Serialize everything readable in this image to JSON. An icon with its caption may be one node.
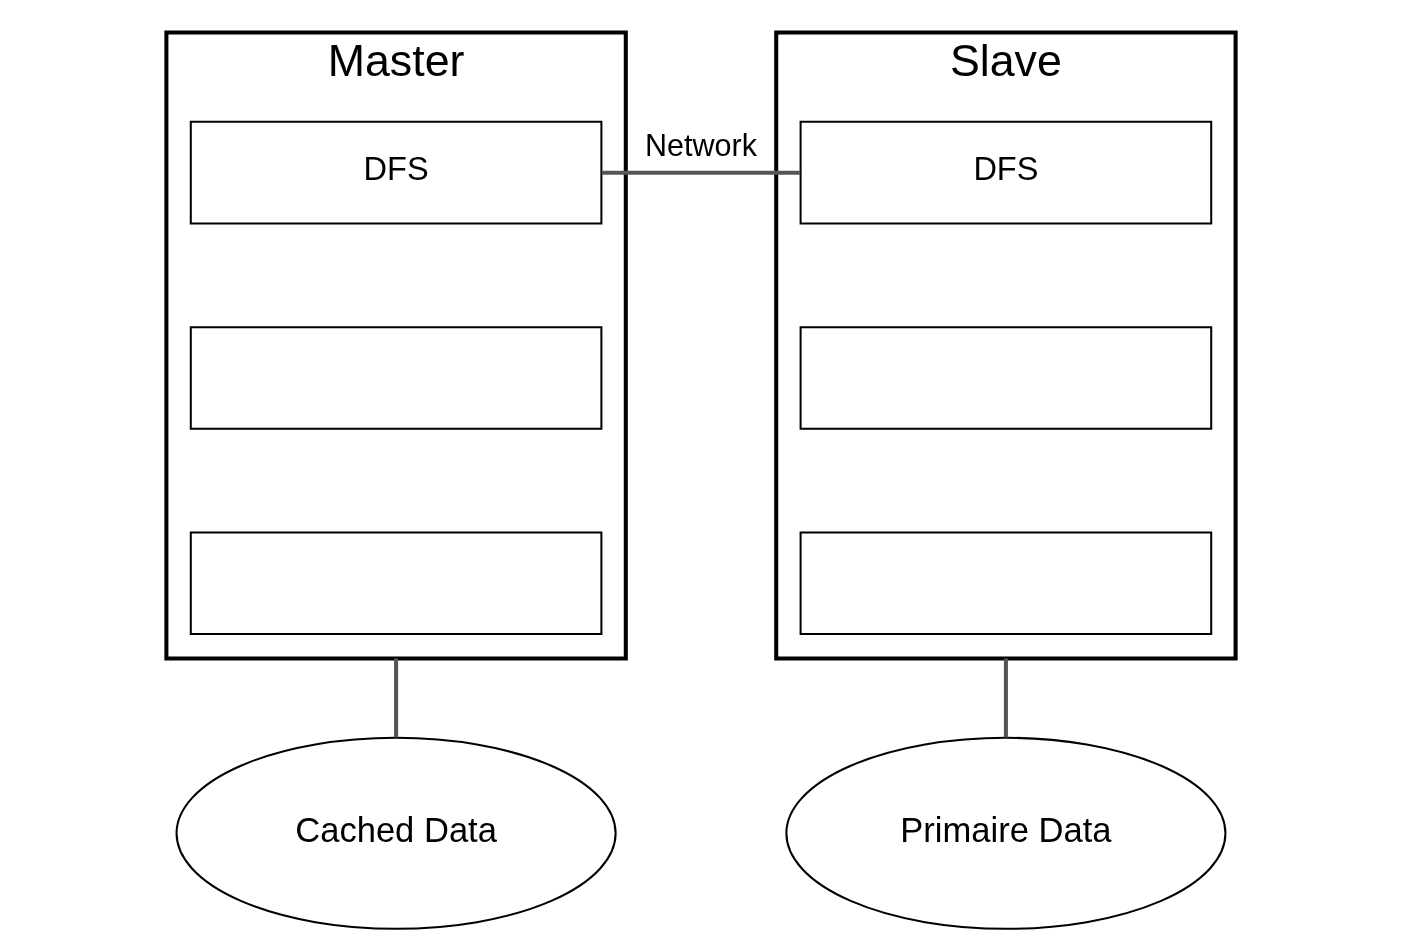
{
  "diagram": {
    "nodes": [
      {
        "text": [
          "Master"
        ]
      },
      {
        "text": [
          "DFS"
        ],
        "in": 0
      },
      {
        "text": [],
        "shape": "box",
        "in": 0
      },
      {
        "text": [],
        "shape": "box",
        "in": 0
      },
      {
        "text": [
          "Slave"
        ]
      },
      {
        "text": [
          "DFS"
        ],
        "in": 4
      },
      {
        "text": [],
        "shape": "box",
        "in": 4
      },
      {
        "text": [],
        "shape": "box",
        "in": 4
      },
      {
        "text": [
          "Cached Data"
        ]
      },
      {
        "text": [
          "Primaire Data"
        ]
      }
    ],
    "edges": [
      {
        "from": 1,
        "to": 5,
        "arrow": "none",
        "label": "Network"
      },
      {
        "from": 0,
        "to": 8,
        "arrow": "none"
      },
      {
        "from": 4,
        "to": 9,
        "arrow": "none"
      }
    ]
  }
}
